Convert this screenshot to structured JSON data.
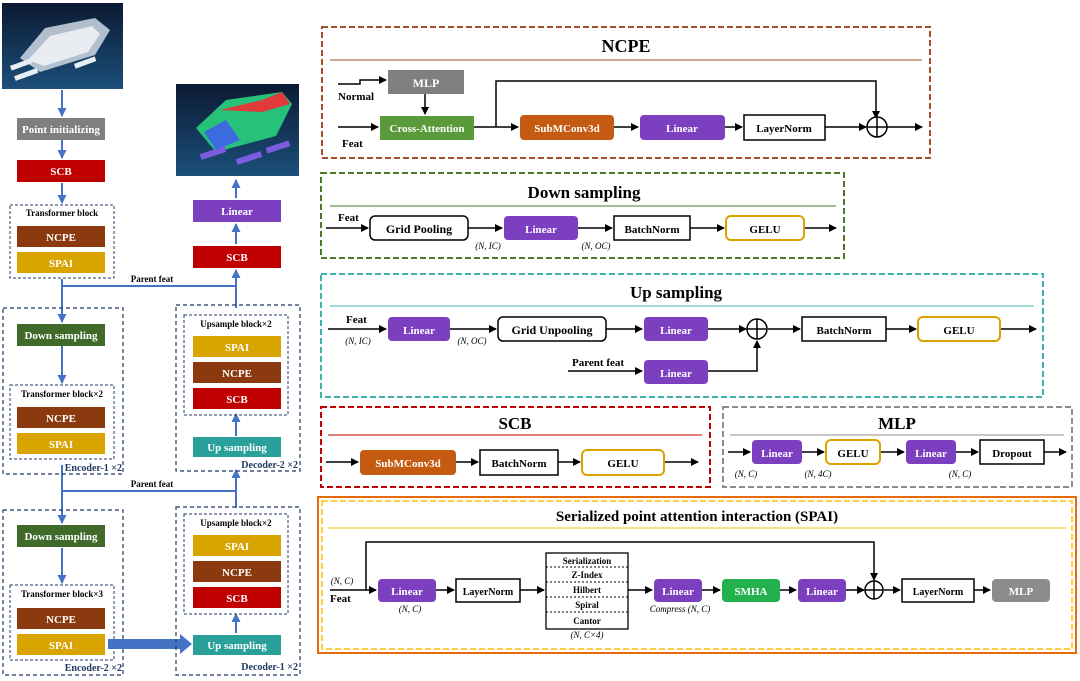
{
  "colors": {
    "gray": "#7f7f7f",
    "red": "#c00000",
    "orange": "#b8860b",
    "yellow": "#d9a400",
    "brown": "#8b3a0f",
    "green": "#3f6a2a",
    "purple": "#7b3fc0",
    "teal": "#2aa09a",
    "flow": "#4472c4",
    "smha": "#22b14c",
    "mlpgray": "#8c8c8c",
    "ncpe_border": "#a0522d",
    "down_border": "#4f7a2a",
    "up_border": "#3fb2aa",
    "scb_border": "#c00000",
    "mlp_border": "#8c8c8c",
    "spai_border": "#e46c0a",
    "spai_inner": "#ffc000"
  },
  "left": {
    "point_init": "Point initializing",
    "scb": "SCB",
    "transformer_block": "Transformer block",
    "ncpe": "NCPE",
    "spai": "SPAI",
    "parent_feat_1": "Parent feat",
    "parent_feat_2": "Parent feat",
    "enc1_down": "Down sampling",
    "enc1_tblock": "Transformer block×2",
    "enc1_ncpe": "NCPE",
    "enc1_spai": "SPAI",
    "encoder1": "Encoder-1 ×2",
    "enc2_down": "Down sampling",
    "enc2_tblock": "Transformer block×3",
    "enc2_ncpe": "NCPE",
    "enc2_spai": "SPAI",
    "encoder2": "Encoder-2 ×2",
    "dec_linear": "Linear",
    "dec_scb": "SCB",
    "dec2_upblock": "Upsample block×2",
    "dec2_spai": "SPAI",
    "dec2_ncpe": "NCPE",
    "dec2_scb": "SCB",
    "dec2_up": "Up sampling",
    "decoder2": "Decoder-2 ×2",
    "dec1_upblock": "Upsample block×2",
    "dec1_spai": "SPAI",
    "dec1_ncpe": "NCPE",
    "dec1_scb": "SCB",
    "dec1_up": "Up sampling",
    "decoder1": "Decoder-1 ×2"
  },
  "ncpe": {
    "title": "NCPE",
    "normal": "Normal",
    "feat": "Feat",
    "mlp": "MLP",
    "cross_attention": "Cross-Attention",
    "subm": "SubMConv3d",
    "linear": "Linear",
    "layernorm": "LayerNorm"
  },
  "down": {
    "title": "Down sampling",
    "feat": "Feat",
    "grid_pooling": "Grid Pooling",
    "linear": "Linear",
    "batchnorm": "BatchNorm",
    "gelu": "GELU",
    "dim_in": "(N, IC)",
    "dim_out": "(N, OC)"
  },
  "up": {
    "title": "Up sampling",
    "feat": "Feat",
    "linear1": "Linear",
    "grid_unpooling": "Grid Unpooling",
    "linear2": "Linear",
    "batchnorm": "BatchNorm",
    "gelu": "GELU",
    "parent_feat": "Parent feat",
    "linear3": "Linear",
    "dim_in": "(N, IC)",
    "dim_out": "(N, OC)"
  },
  "scb": {
    "title": "SCB",
    "subm": "SubMConv3d",
    "batchnorm": "BatchNorm",
    "gelu": "GELU"
  },
  "mlp": {
    "title": "MLP",
    "linear1": "Linear",
    "gelu": "GELU",
    "linear2": "Linear",
    "dropout": "Dropout",
    "dim1": "(N, C)",
    "dim2": "(N, 4C)",
    "dim3": "(N, C)"
  },
  "spai": {
    "title": "Serialized point attention interaction (SPAI)",
    "dim_in": "(N, C)",
    "feat": "Feat",
    "linear1": "Linear",
    "dim_lin": "(N, C)",
    "layernorm1": "LayerNorm",
    "serialization": "Serialization",
    "zindex": "Z-Index",
    "hilbert": "Hilbert",
    "spiral": "Spiral",
    "cantor": "Cantor",
    "dim_ser": "(N,  C×4)",
    "linear2": "Linear",
    "compress": "Compress (N, C)",
    "smha": "SMHA",
    "linear3": "Linear",
    "layernorm2": "LayerNorm",
    "mlp": "MLP"
  }
}
